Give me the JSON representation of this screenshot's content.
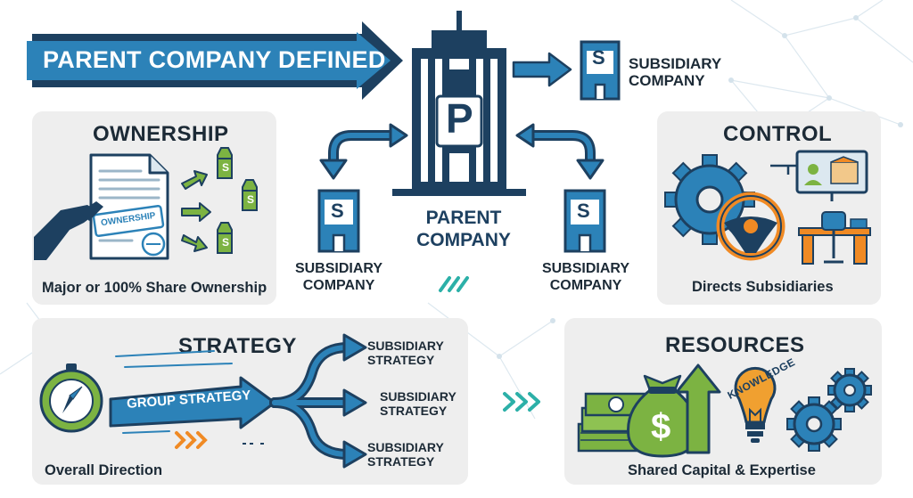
{
  "banner": {
    "title": "PARENT COMPANY DEFINED"
  },
  "parent": {
    "line1": "PARENT",
    "line2": "COMPANY",
    "building_letter": "P"
  },
  "subsidiaries": {
    "letter": "S",
    "top_right": {
      "line1": "SUBSIDIARY",
      "line2": "COMPANY"
    },
    "left": {
      "line1": "SUBSIDIARY",
      "line2": "COMPANY"
    },
    "right": {
      "line1": "SUBSIDIARY",
      "line2": "COMPANY"
    }
  },
  "ownership": {
    "title": "OWNERSHIP",
    "stamp": "OWNERSHIP",
    "caption": "Major or 100% Share Ownership",
    "icon_letter": "S"
  },
  "control": {
    "title": "CONTROL",
    "caption": "Directs Subsidiaries"
  },
  "strategy": {
    "title": "STRATEGY",
    "group_label": "GROUP STRATEGY",
    "caption": "Overall Direction",
    "branches": [
      {
        "line1": "SUBSIDIARY",
        "line2": "STRATEGY"
      },
      {
        "line1": "SUBSIDIARY",
        "line2": "STRATEGY"
      },
      {
        "line1": "SUBSIDIARY",
        "line2": "STRATEGY"
      }
    ]
  },
  "resources": {
    "title": "RESOURCES",
    "caption": "Shared Capital & Expertise",
    "knowledge_label": "KNOWLEDGE",
    "money_symbol": "$"
  },
  "colors": {
    "navy": "#1d4060",
    "blue": "#2c82b8",
    "green": "#7cb342",
    "orange": "#f08a24",
    "panel": "#eeeeee",
    "text": "#1c2a36"
  }
}
